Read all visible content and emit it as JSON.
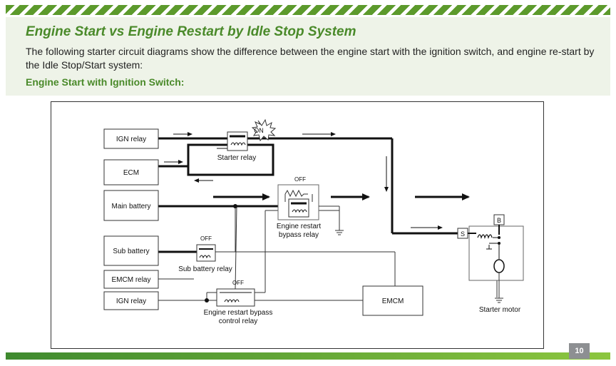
{
  "header": {
    "title": "Engine Start vs Engine Restart by Idle Stop System",
    "intro": "The following starter circuit diagrams show the difference between the engine start with the ignition switch, and engine re-start by the Idle Stop/Start system:",
    "subhead": "Engine Start with Ignition Switch:"
  },
  "diagram": {
    "blocks": {
      "ign_relay_top": "IGN relay",
      "ecm": "ECM",
      "main_battery": "Main battery",
      "sub_battery": "Sub battery",
      "emcm_relay": "EMCM relay",
      "ign_relay_bottom": "IGN relay",
      "emcm": "EMCM"
    },
    "labels": {
      "starter_relay": "Starter relay",
      "on_burst": "ON",
      "off_restart_bypass": "OFF",
      "engine_restart_bypass_line1": "Engine restart",
      "engine_restart_bypass_line2": "bypass relay",
      "off_sub_battery": "OFF",
      "sub_battery_relay": "Sub battery relay",
      "off_bypass_control": "OFF",
      "bypass_control_line1": "Engine restart bypass",
      "bypass_control_line2": "control relay",
      "terminal_b": "B",
      "terminal_s": "S",
      "starter_motor": "Starter motor"
    }
  },
  "footer": {
    "page_number": "10"
  }
}
